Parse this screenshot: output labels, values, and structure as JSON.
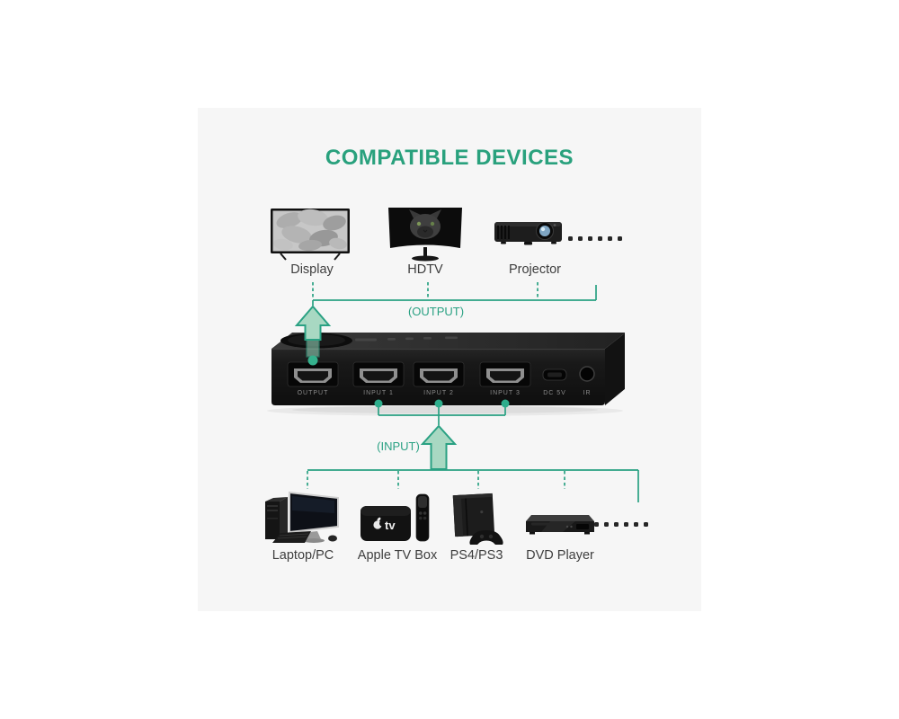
{
  "title": "COMPATIBLE DEVICES",
  "accent_color": "#2aa183",
  "panel_background": "#f6f6f6",
  "output_section": {
    "label": "(OUTPUT)",
    "devices": [
      {
        "label": "Display"
      },
      {
        "label": "HDTV"
      },
      {
        "label": "Projector"
      }
    ]
  },
  "switch_device": {
    "ports": [
      {
        "label": "OUTPUT"
      },
      {
        "label": "INPUT 1"
      },
      {
        "label": "INPUT 2"
      },
      {
        "label": "INPUT 3"
      },
      {
        "label": "DC 5V"
      },
      {
        "label": "IR"
      }
    ]
  },
  "input_section": {
    "label": "(INPUT)",
    "devices": [
      {
        "label": "Laptop/PC"
      },
      {
        "label": "Apple TV Box"
      },
      {
        "label": "PS4/PS3"
      },
      {
        "label": "DVD Player"
      }
    ]
  }
}
